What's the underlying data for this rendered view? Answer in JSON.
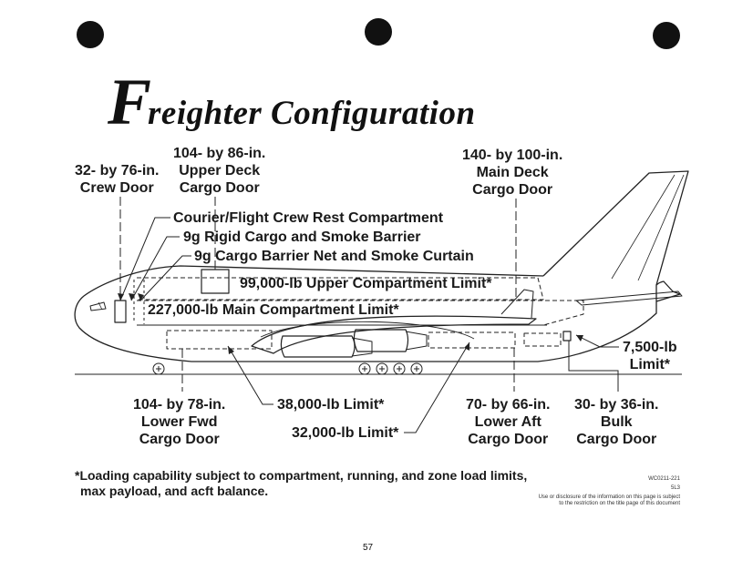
{
  "title": {
    "initial": "F",
    "rest": "reighter Configuration"
  },
  "labels": {
    "crew_door": [
      "32- by 76-in.",
      "Crew Door"
    ],
    "upper_deck_door": [
      "104- by 86-in.",
      "Upper Deck",
      "Cargo Door"
    ],
    "main_deck_door": [
      "140- by 100-in.",
      "Main Deck",
      "Cargo Door"
    ],
    "courier_rest": "Courier/Flight Crew Rest Compartment",
    "rigid_barrier": "9g Rigid Cargo and Smoke Barrier",
    "barrier_net": "9g Cargo Barrier Net and Smoke Curtain",
    "upper_limit": "99,000-lb Upper Compartment Limit*",
    "main_limit": "227,000-lb Main Compartment Limit*",
    "bulk_limit": [
      "7,500-lb",
      "Limit*"
    ],
    "fwd_limit": "38,000-lb Limit*",
    "aft_limit": "32,000-lb Limit*",
    "lower_fwd_door": [
      "104- by 78-in.",
      "Lower Fwd",
      "Cargo Door"
    ],
    "lower_aft_door": [
      "70- by 66-in.",
      "Lower Aft",
      "Cargo Door"
    ],
    "bulk_door": [
      "30- by 36-in.",
      "Bulk",
      "Cargo Door"
    ]
  },
  "footnote": [
    "*Loading capability subject to compartment, running, and zone load limits,",
    "max payload, and acft balance."
  ],
  "doc_ref": [
    "WC0211-221",
    "5L3"
  ],
  "restriction": [
    "Use or disclosure of the information on this page is subject",
    "to the restriction on the title page of this document"
  ],
  "page_number": "57"
}
